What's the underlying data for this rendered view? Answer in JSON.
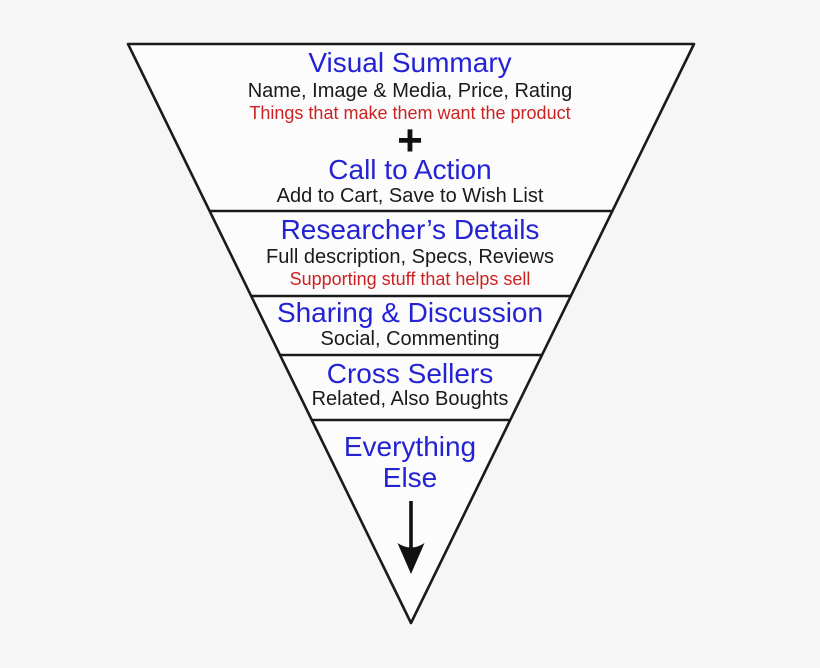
{
  "page": {
    "background_color": "#f6f6f6"
  },
  "funnel": {
    "fill_color": "#fcfcfc",
    "stroke_color": "#1a1a1a",
    "title_color": "#2323d3",
    "body_color": "#1a1a1a",
    "note_color": "#cc2222",
    "sections": [
      {
        "id": "visual-summary",
        "title": "Visual Summary",
        "body": "Name, Image & Media, Price, Rating",
        "note": "Things that make them want the product"
      },
      {
        "id": "call-to-action",
        "connector": "+",
        "title": "Call to Action",
        "body": "Add to Cart, Save to Wish List"
      },
      {
        "id": "researchers-details",
        "title": "Researcher’s Details",
        "body": "Full description, Specs, Reviews",
        "note": "Supporting stuff that helps sell"
      },
      {
        "id": "sharing-discussion",
        "title": "Sharing & Discussion",
        "body": "Social, Commenting"
      },
      {
        "id": "cross-sellers",
        "title": "Cross Sellers",
        "body": "Related, Also Boughts"
      },
      {
        "id": "everything-else",
        "title_line1": "Everything",
        "title_line2": "Else"
      }
    ],
    "icons": {
      "down_arrow": "down-arrow"
    }
  }
}
